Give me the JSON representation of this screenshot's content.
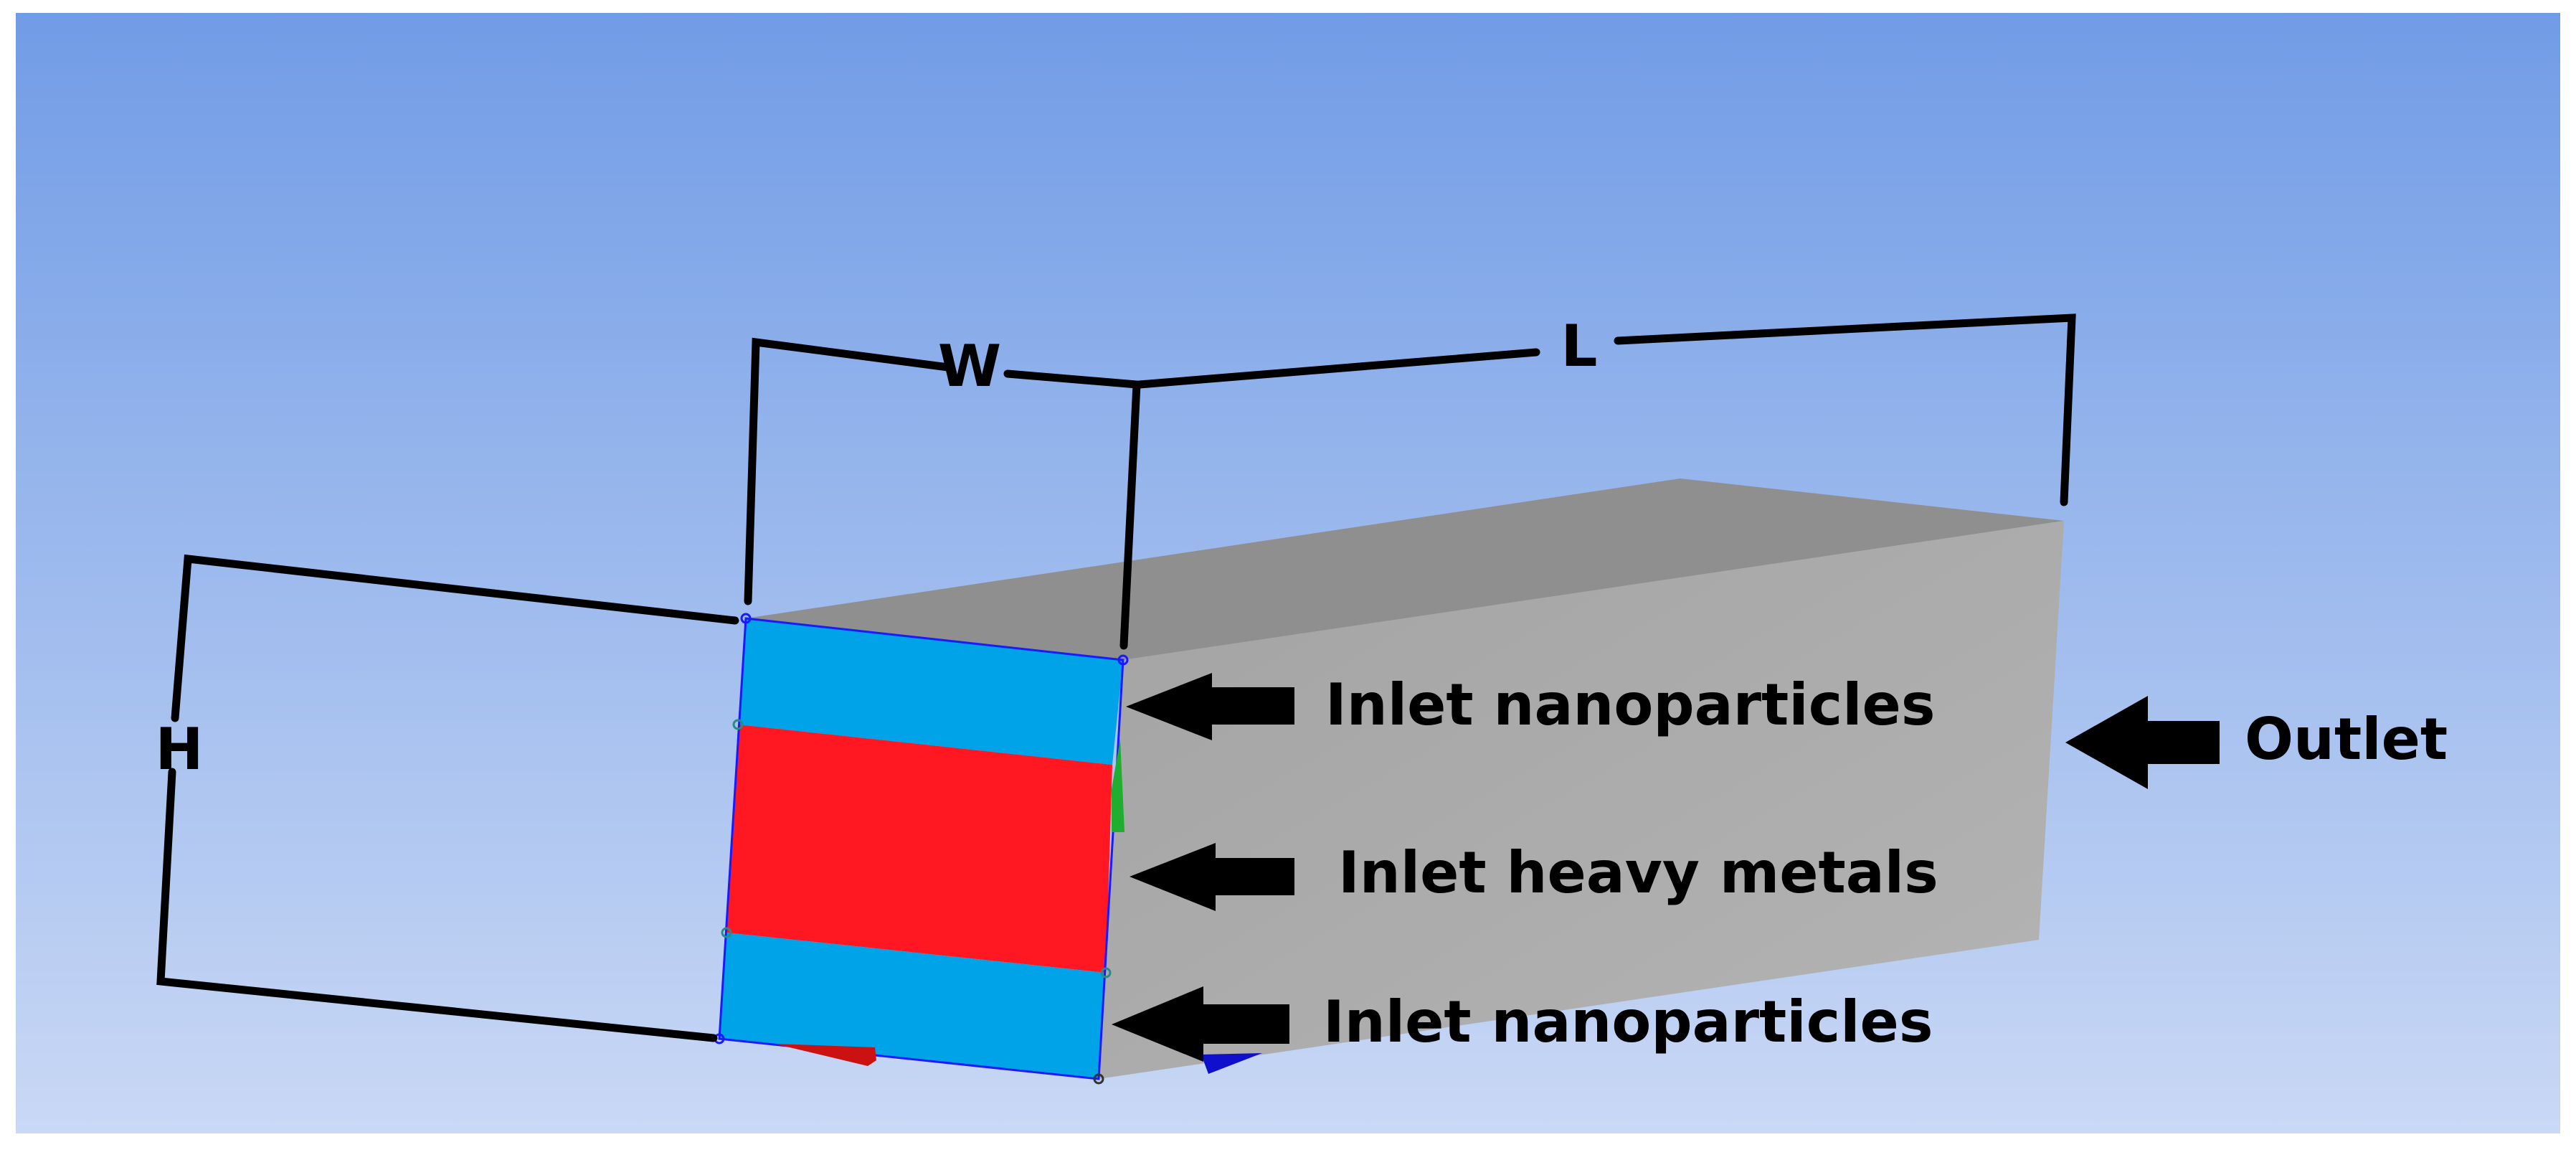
{
  "dimensions": {
    "width_label": "W",
    "length_label": "L",
    "height_label": "H"
  },
  "annotations": {
    "inlet_top": "Inlet nanoparticles",
    "inlet_middle": "Inlet heavy metals",
    "inlet_bottom": "Inlet nanoparticles",
    "outlet": "Outlet"
  },
  "colors": {
    "background_top": "#719ce6",
    "background_bottom": "#c9d8f5",
    "nanoparticle_inlet": "#00a2e8",
    "heavy_metal_inlet": "#ff1722",
    "channel_top": "#8f8f8f",
    "channel_side": "#aaaaaa",
    "edge_highlight": "#1a1aff",
    "dimension_line": "#000000"
  },
  "icons": {
    "arrows": "left-pointing-block-arrow-icon",
    "axis_triad": "coordinate-axis-triad-icon"
  }
}
